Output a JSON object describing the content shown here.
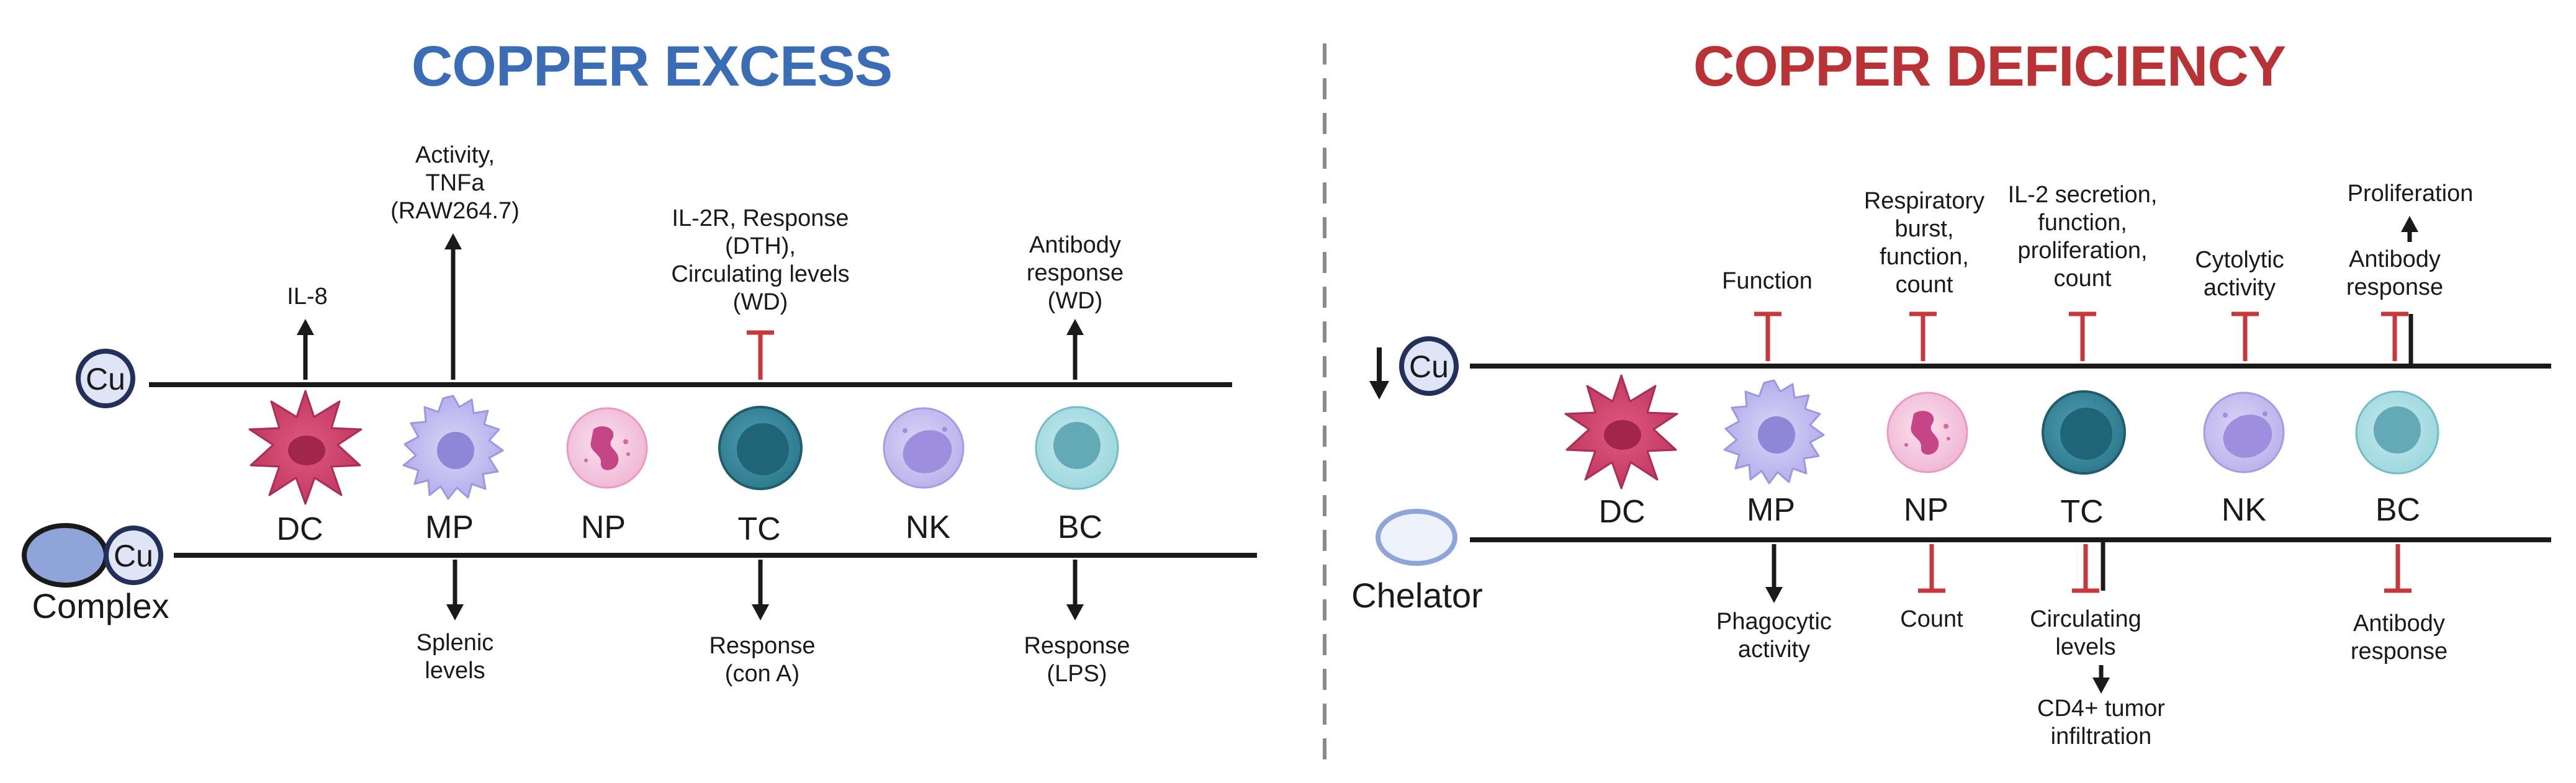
{
  "titles": {
    "excess": "COPPER EXCESS",
    "deficiency": "COPPER DEFICIENCY"
  },
  "colors": {
    "excess_title": "#3a6db5",
    "deficiency_title": "#b83236",
    "inhibit": "#c8373b",
    "line": "#1a1a1a"
  },
  "symbols": {
    "cu": "Cu",
    "complex": "Complex",
    "chelator": "Chelator"
  },
  "cells": [
    "DC",
    "MP",
    "NP",
    "TC",
    "NK",
    "BC"
  ],
  "excess": {
    "above": {
      "il8": "IL-8",
      "mp": "Activity,\nTNFa\n(RAW264.7)",
      "tc": "IL-2R, Response\n(DTH),\nCirculating levels\n(WD)",
      "bc": "Antibody\nresponse\n(WD)"
    },
    "below": {
      "mp": "Splenic\nlevels",
      "tc": "Response\n(con A)",
      "bc": "Response\n(LPS)"
    }
  },
  "deficiency": {
    "above": {
      "mp": "Function",
      "np": "Respiratory\nburst,\nfunction,\ncount",
      "tc": "IL-2 secretion,\nfunction,\nproliferation,\ncount",
      "nk": "Cytolytic\nactivity",
      "bc_top": "Proliferation",
      "bc": "Antibody\nresponse"
    },
    "below": {
      "mp": "Phagocytic\nactivity",
      "np": "Count",
      "tc": "Circulating\nlevels",
      "tc_sub": "CD4+ tumor\ninfiltration",
      "bc": "Antibody\nresponse"
    }
  }
}
